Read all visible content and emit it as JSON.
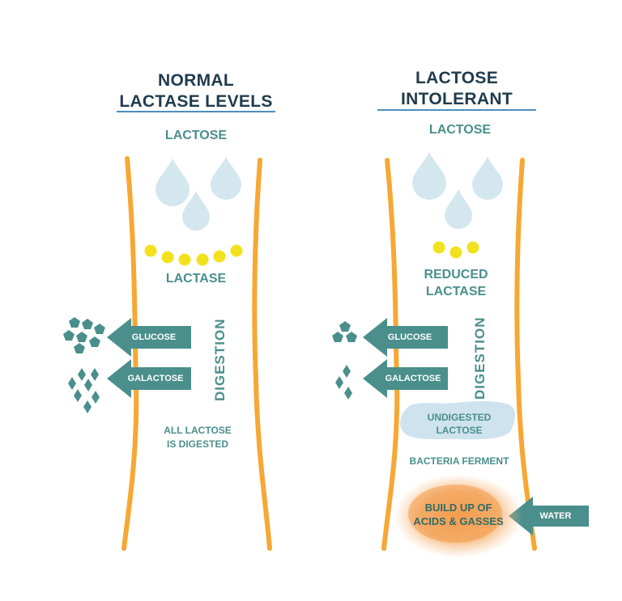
{
  "left": {
    "title_line1": "NORMAL",
    "title_line2": "LACTASE LEVELS",
    "lactose_label": "LACTOSE",
    "lactase_label": "LACTASE",
    "glucose_label": "GLUCOSE",
    "galactose_label": "GALACTOSE",
    "digestion_label": "DIGESTION",
    "result_line1": "ALL LACTOSE",
    "result_line2": "IS DIGESTED"
  },
  "right": {
    "title_line1": "LACTOSE",
    "title_line2": "INTOLERANT",
    "lactose_label": "LACTOSE",
    "lactase_line1": "REDUCED",
    "lactase_line2": "LACTASE",
    "glucose_label": "GLUCOSE",
    "galactose_label": "GALACTOSE",
    "digestion_label": "DIGESTION",
    "undigested_line1": "UNDIGESTED",
    "undigested_line2": "LACTOSE",
    "bacteria_label": "BACTERIA FERMENT",
    "buildup_line1": "BUILD UP OF",
    "buildup_line2": "ACIDS & GASSES",
    "water_label": "WATER"
  },
  "colors": {
    "intestine_wall": "#f7a733",
    "arrow": "#4a8f8c",
    "lactose_drop": "#d4e6ee",
    "lactase_dot": "#f2e21e",
    "title_text": "#1f3b4d",
    "label_text": "#4a8f8c",
    "acid_cloud": "#f5a25a"
  }
}
